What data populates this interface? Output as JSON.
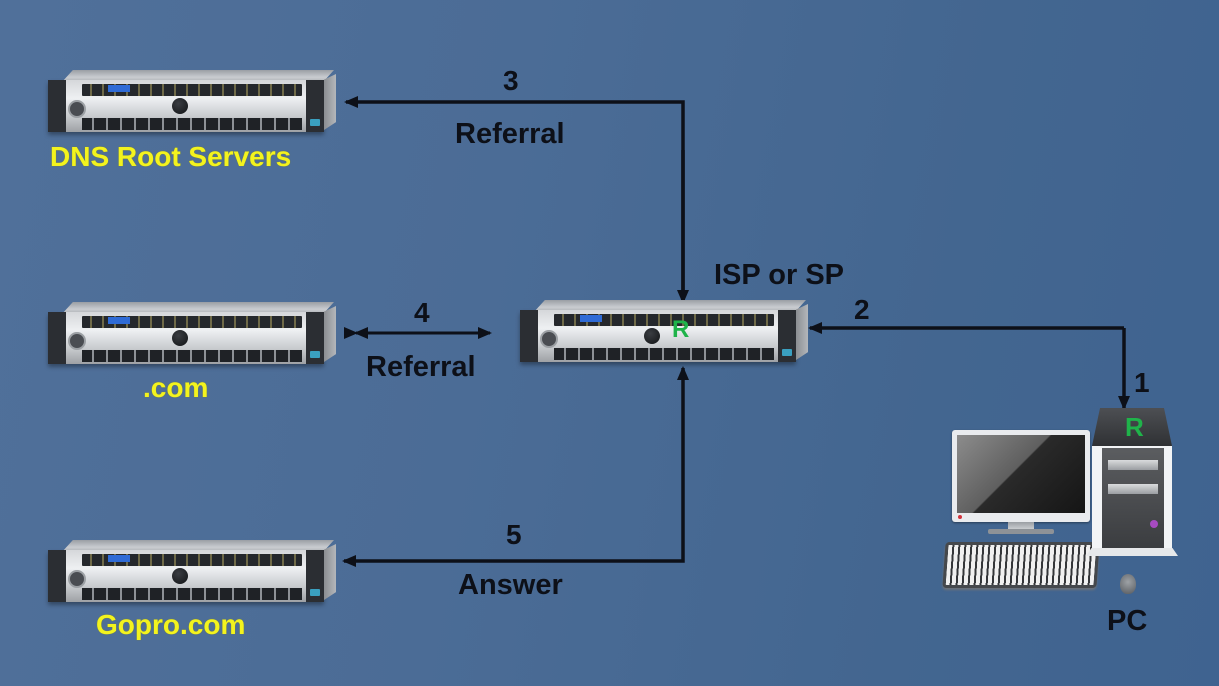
{
  "diagram": {
    "title": "DNS resolution flow",
    "colors": {
      "background": "#4b6c96",
      "label_yellow": "#f3f31e",
      "label_dark": "#0d1018",
      "resolver_mark": "#1fb34a",
      "arrow": "#0d1018"
    },
    "nodes": {
      "root": {
        "label": "DNS Root Servers",
        "icon": "rack-server-icon"
      },
      "tld": {
        "label": ".com",
        "icon": "rack-server-icon"
      },
      "authoritative": {
        "label": "Gopro.com",
        "icon": "rack-server-icon"
      },
      "isp": {
        "label": "ISP or SP",
        "mark": "R",
        "icon": "rack-server-icon"
      },
      "pc": {
        "label": "PC",
        "mark": "R",
        "icon": "desktop-computer-icon"
      }
    },
    "steps": [
      {
        "number": "1",
        "from": "PC",
        "to": "ISP or SP",
        "caption": ""
      },
      {
        "number": "2",
        "from": "PC",
        "to": "ISP or SP",
        "caption": ""
      },
      {
        "number": "3",
        "from": "ISP or SP",
        "to": "DNS Root Servers",
        "caption": "Referral"
      },
      {
        "number": "4",
        "from": ".com",
        "to": "ISP or SP",
        "caption": "Referral"
      },
      {
        "number": "5",
        "from": "ISP or SP",
        "to": "Gopro.com",
        "caption": "Answer"
      }
    ]
  }
}
